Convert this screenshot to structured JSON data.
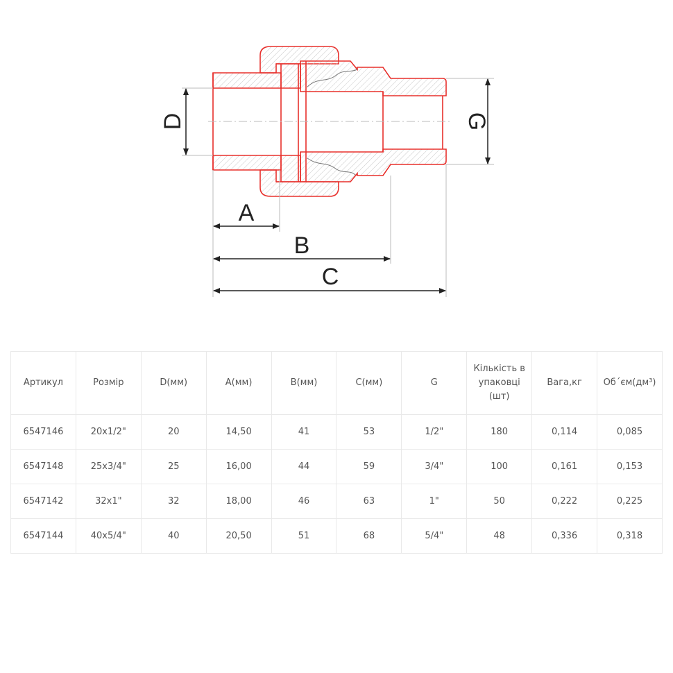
{
  "drawing": {
    "labels": {
      "D": "D",
      "G": "G",
      "A": "A",
      "B": "B",
      "C": "C"
    },
    "colors": {
      "outline": "#e8302c",
      "dim": "#222222",
      "hatch": "#c8c8c8"
    }
  },
  "table": {
    "headers": [
      "Артикул",
      "Розмір",
      "D(мм)",
      "A(мм)",
      "B(мм)",
      "C(мм)",
      "G",
      "Кількість в упаковці (шт)",
      "Вага,кг",
      "Об´єм(дм³)"
    ],
    "rows": [
      [
        "6547146",
        "20x1/2\"",
        "20",
        "14,50",
        "41",
        "53",
        "1/2\"",
        "180",
        "0,114",
        "0,085"
      ],
      [
        "6547148",
        "25x3/4\"",
        "25",
        "16,00",
        "44",
        "59",
        "3/4\"",
        "100",
        "0,161",
        "0,153"
      ],
      [
        "6547142",
        "32x1\"",
        "32",
        "18,00",
        "46",
        "63",
        "1\"",
        "50",
        "0,222",
        "0,225"
      ],
      [
        "6547144",
        "40x5/4\"",
        "40",
        "20,50",
        "51",
        "68",
        "5/4\"",
        "48",
        "0,336",
        "0,318"
      ]
    ]
  }
}
